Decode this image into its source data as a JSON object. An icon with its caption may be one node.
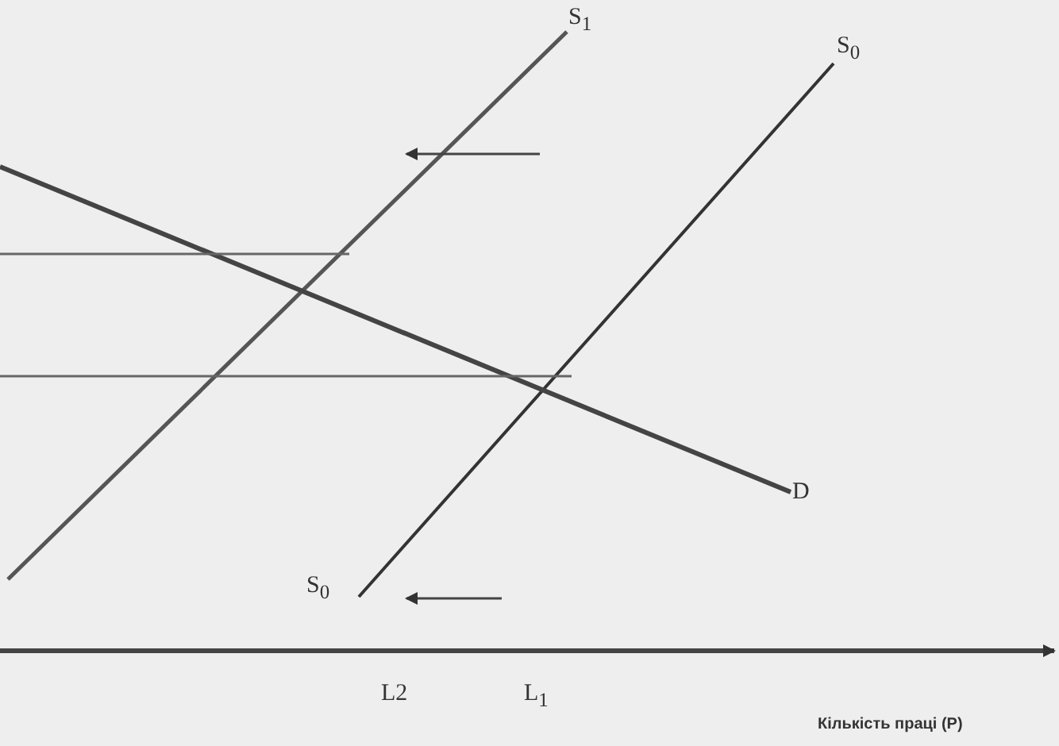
{
  "diagram": {
    "labels": [
      "S$_{1}$",
      "S$_{0}$",
      "D",
      "S$_{0}$",
      "L2",
      "L$_{1}$",
      "Кількість праці (Р)"
    ]
  }
}
